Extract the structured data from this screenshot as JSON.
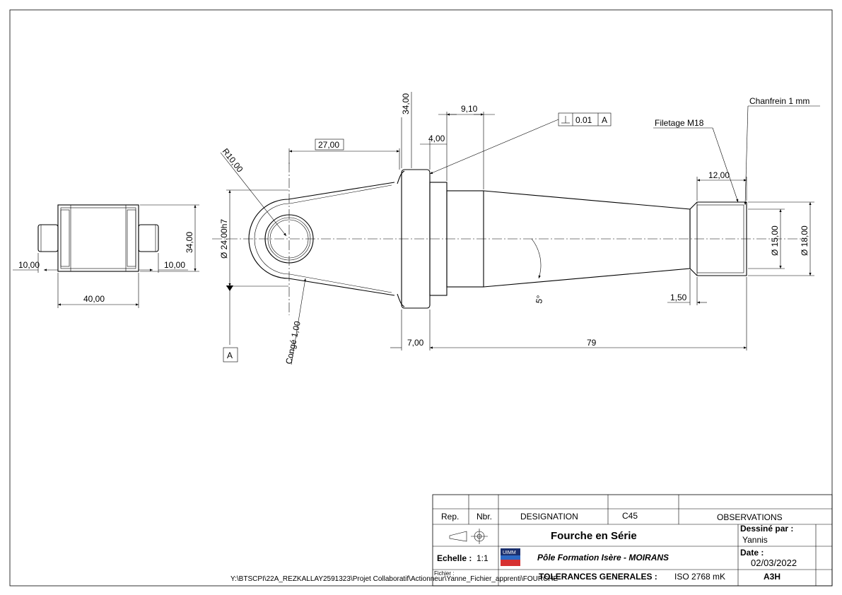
{
  "drawing": {
    "front_view": {
      "width_label": "40,00",
      "height_label": "34,00",
      "left_stub_label": "10,00",
      "right_stub_label": "10,00"
    },
    "main_view": {
      "radius_label": "R10,00",
      "fork_length_label": "27,00",
      "bore_diameter_label": "Ø 24,00h7",
      "fillet_label": "Congé 1,00",
      "collar_height_label": "34,00",
      "collar_offset_label": "4,00",
      "collar_width_label": "9,10",
      "collar_thickness_label": "7,00",
      "overall_length_label": "79",
      "taper_angle_label": "5°",
      "thread_length_label": "12,00",
      "chamfer_offset_label": "1,50",
      "thread_inner_diameter_label": "Ø 15,00",
      "thread_outer_diameter_label": "Ø 18,00",
      "thread_note": "Filetage M18",
      "chamfer_note": "Chanfrein 1 mm",
      "tolerance_value": "0.01",
      "tolerance_ref": "A",
      "datum_label": "A"
    },
    "file_path": "Y:\\BTSCPI\\22A_REZKALLAY2591323\\Projet Collaboratif\\Actionneur\\Yanne_Fichier_apprenti\\FOURCHE"
  },
  "title_block": {
    "col_rep": "Rep.",
    "col_nbr": "Nbr.",
    "col_designation": "DESIGNATION",
    "material": "C45",
    "col_observations": "OBSERVATIONS",
    "part_title": "Fourche en Série",
    "drawn_by_label": "Dessiné par :",
    "drawn_by": "Yannis",
    "scale_label": "Echelle :",
    "scale_value": "1:1",
    "organization": "Pôle Formation Isère - MOIRANS",
    "logo_text": "UIMM",
    "date_label": "Date :",
    "date_value": "02/03/2022",
    "file_label": "Fichier :",
    "tolerances_label": "TOLERANCES GENERALES :",
    "tolerances_value": "ISO 2768 mK",
    "format": "A3H"
  }
}
